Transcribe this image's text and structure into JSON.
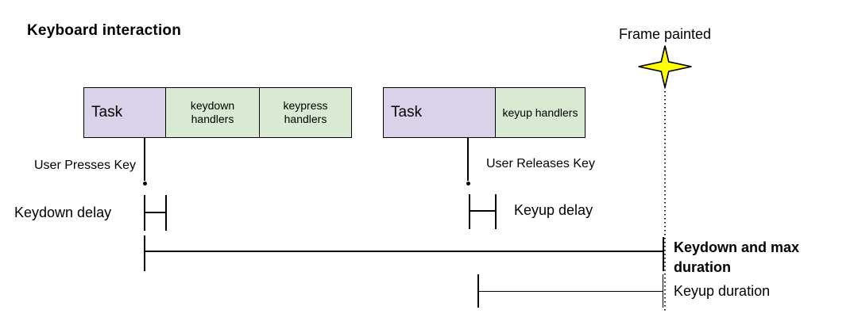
{
  "title": "Keyboard interaction",
  "frame": {
    "label": "Frame painted",
    "star_icon": "four-point-star-icon"
  },
  "keydown_group": {
    "task_label": "Task",
    "handlers": [
      "keydown handlers",
      "keypress handlers"
    ],
    "event_label": "User Presses Key",
    "delay_label": "Keydown delay"
  },
  "keyup_group": {
    "task_label": "Task",
    "handlers": [
      "keyup handlers"
    ],
    "event_label": "User Releases Key",
    "delay_label": "Keyup delay"
  },
  "durations": {
    "keydown_max_label": "Keydown and max duration",
    "keyup_label": "Keyup duration"
  },
  "colors": {
    "task_fill": "#d9d2e9",
    "handler_fill": "#d9ead3",
    "star_fill": "#ffff00",
    "line_color": "#000000",
    "background": "#ffffff"
  }
}
